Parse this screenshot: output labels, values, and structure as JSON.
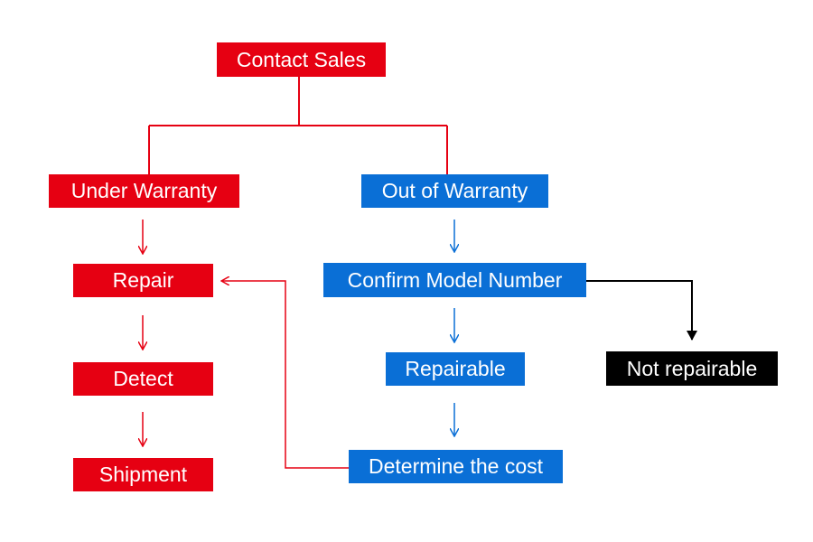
{
  "colors": {
    "red": "#e60012",
    "blue": "#0a6fd6",
    "black": "#000000"
  },
  "nodes": {
    "contact_sales": "Contact Sales",
    "under_warranty": "Under Warranty",
    "out_of_warranty": "Out of Warranty",
    "repair": "Repair",
    "detect": "Detect",
    "shipment": "Shipment",
    "confirm_model_number": "Confirm Model Number",
    "repairable": "Repairable",
    "not_repairable": "Not repairable",
    "determine_the_cost": "Determine the cost"
  }
}
